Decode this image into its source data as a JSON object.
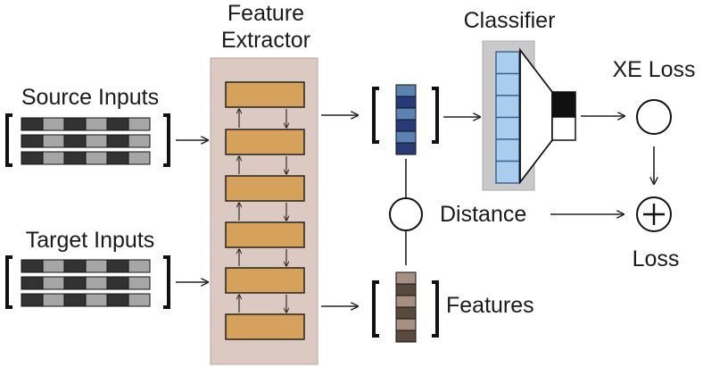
{
  "labels": {
    "feature_extractor_line1": "Feature",
    "feature_extractor_line2": "Extractor",
    "source_inputs": "Source Inputs",
    "target_inputs": "Target Inputs",
    "classifier": "Classifier",
    "xe_loss": "XE Loss",
    "distance": "Distance",
    "loss": "Loss",
    "features": "Features"
  },
  "colors": {
    "extractor_bg": "#dcc9c2",
    "extractor_layer": "#d6a15a",
    "classifier_bg": "#c9c9cc",
    "classifier_cell": "#a9cdee",
    "classifier_cell_border": "#3a5f8f",
    "source_feature_dark": "#283a78",
    "source_feature_light": "#5a82b3",
    "target_feature_dark": "#5a4a3e",
    "target_feature_light": "#a89080",
    "input_dark": "#333333",
    "input_light": "#a6a6a6"
  },
  "icons": {
    "xe_loss_node": "circle-icon",
    "distance_node": "circle-icon",
    "loss_node": "circle-plus-icon"
  }
}
